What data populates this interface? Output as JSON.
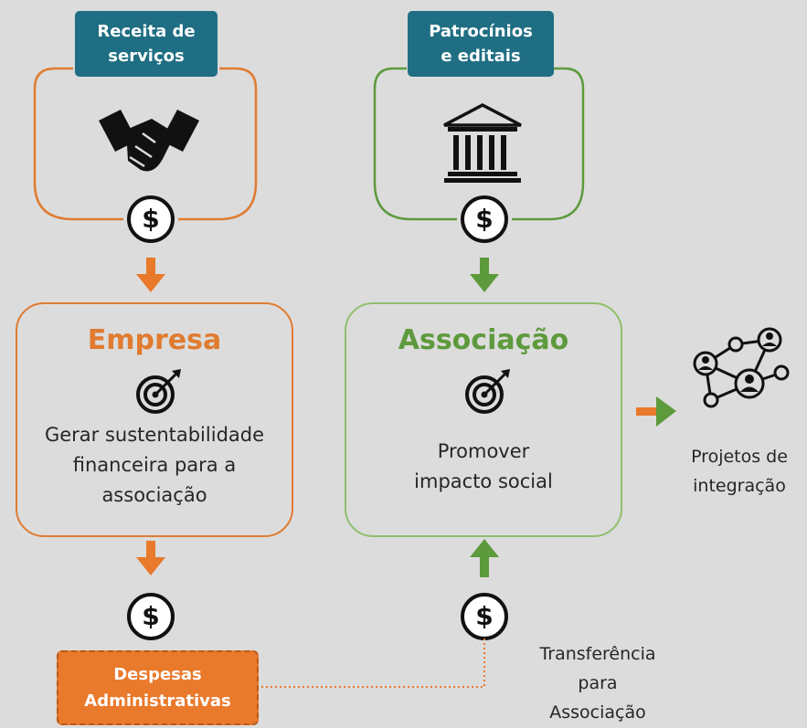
{
  "sources": {
    "services": {
      "line1": "Receita de",
      "line2": "serviços"
    },
    "sponsors": {
      "line1": "Patrocínios",
      "line2": "e editais"
    }
  },
  "empresa": {
    "title": "Empresa",
    "line1": "Gerar sustentabilidade",
    "line2": "financeira para a",
    "line3": "associação"
  },
  "associacao": {
    "title": "Associação",
    "line1": "Promover",
    "line2": "impacto social"
  },
  "projects": {
    "line1": "Projetos de",
    "line2": "integração"
  },
  "expenses": {
    "line1": "Despesas",
    "line2": "Administrativas"
  },
  "transfer": {
    "line1": "Transferência",
    "line2": "para",
    "line3": "Associação"
  },
  "currency_symbol": "$",
  "colors": {
    "orange": "#e07b30",
    "green": "#5d9a3c",
    "teal": "#1f6e83",
    "background": "#dcdcdc"
  },
  "icons": [
    "handshake-icon",
    "bank-icon",
    "target-icon",
    "network-people-icon",
    "dollar-coin-icon"
  ]
}
